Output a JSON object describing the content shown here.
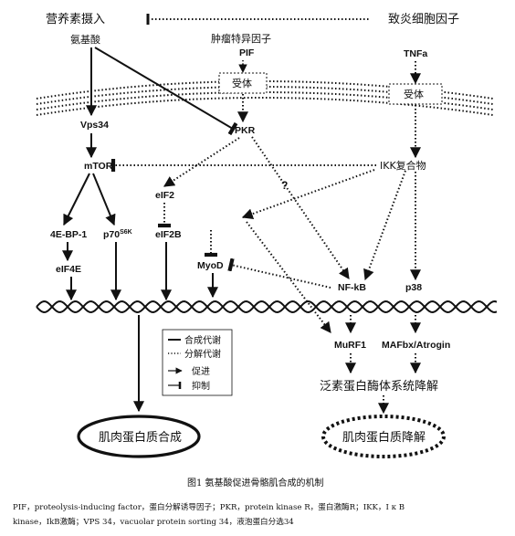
{
  "top": {
    "left_label": "营养素摄入",
    "right_label": "致炎细胞因子"
  },
  "nodes": {
    "amino_acid": "氨基酸",
    "pif_cn": "肿瘤特异因子",
    "pif": "PIF",
    "tnfa": "TNFa",
    "receptor1": "受体",
    "receptor2": "受体",
    "vps34": "Vps34",
    "pkr": "PKR",
    "mtor": "mTOR",
    "question": "?",
    "ikk": "IKK复合物",
    "eif2": "eIF2",
    "ebp1": "4E-BP-1",
    "p70": "p70",
    "p70_sup": "S6K",
    "eif2b": "eIF2B",
    "eif4e": "eIF4E",
    "myod": "MyoD",
    "nfkb": "NF-kB",
    "p38": "p38",
    "murf1": "MuRF1",
    "mafbx": "MAFbx/Atrogin",
    "ubiq": "泛素蛋白酶体系统降解",
    "synth": "肌肉蛋白质合成",
    "degr": "肌肉蛋白质降解"
  },
  "legend": {
    "anabolic": "合成代谢",
    "catabolic": "分解代谢",
    "promote": "促进",
    "inhibit": "抑制"
  },
  "caption": "图1 氨基酸促进骨骼肌合成的机制",
  "footnote": {
    "line1": "PIF，proteolysis-inducing factor，蛋白分解诱导因子；PKR，protein kinase R，蛋白激酶R；IKK，I κ B",
    "line2": "kinase，IkB激酶；VPS 34，vacuolar protein sorting 34，液泡蛋白分选34"
  }
}
